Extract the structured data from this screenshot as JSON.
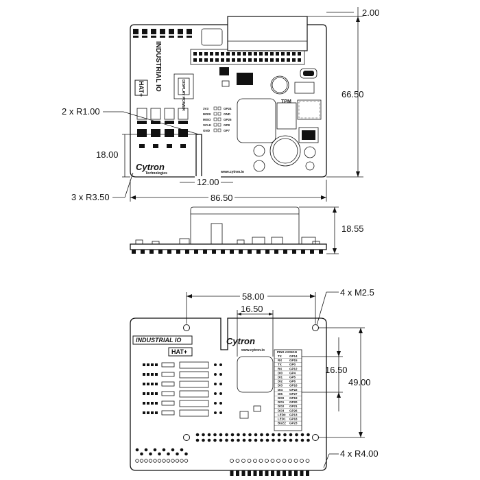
{
  "dimensions": {
    "top_offset": "2.00",
    "board_height_top": "66.50",
    "corner_r_small": "2 x R1.00",
    "left_offset": "18.00",
    "notch_width": "12.00",
    "corner_r_large": "3 x R3.50",
    "board_width": "86.50",
    "side_height": "18.55",
    "hole_spacing_x": "58.00",
    "hole_size": "4 x M2.5",
    "cutout_width": "16.50",
    "cutout_height": "16.50",
    "hole_spacing_y": "49.00",
    "pad_r": "4 x R4.00"
  },
  "top_silk": {
    "title": "INDUSTRIAL IO",
    "hat": "HAT+",
    "brand": "Cytron",
    "brand_sub": "Technologies",
    "url": "www.cytron.io",
    "tpm": "TPM",
    "tpm_pins_left": [
      "3V3",
      "MOSI",
      "MISO",
      "SCLK",
      "GND"
    ],
    "tpm_pins_right": [
      "GP24",
      "GND",
      "GP25",
      "GP8",
      "GP7"
    ],
    "display_power": "DISPLAY POWER"
  },
  "bottom_silk": {
    "title": "INDUSTRIAL IO",
    "hat": "HAT+",
    "brand": "Cytron",
    "url": "www.cytron.io",
    "pins_assign": "PINS ASSIGN",
    "pin_names": [
      "TX",
      "RX",
      "TX",
      "RX",
      "DI0",
      "DI1",
      "DI2",
      "DI3",
      "DI4",
      "DI5",
      "DO0",
      "DO1",
      "DO2",
      "DO3",
      "LED0",
      "LED1",
      "BUZZ"
    ],
    "pin_gpios": [
      "GP14",
      "GP15",
      "GP0",
      "GP12",
      "GP4",
      "GP5",
      "GP6",
      "GP16",
      "GP22",
      "GP27",
      "GP19",
      "GP20",
      "GP21",
      "GP26",
      "GP13",
      "GP18",
      "GP23"
    ]
  }
}
